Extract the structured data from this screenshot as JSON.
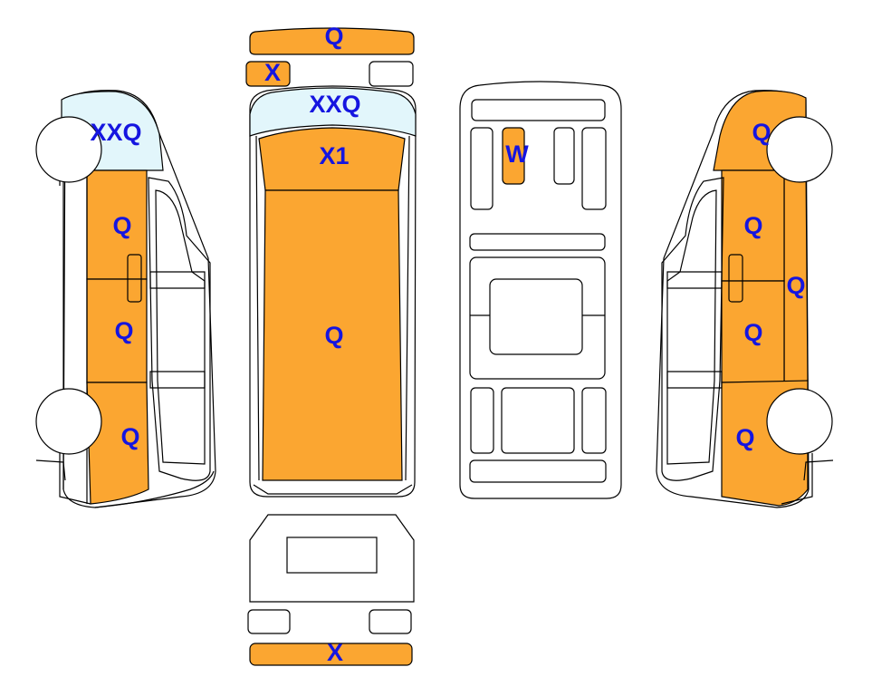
{
  "colors": {
    "damage": "#FBA631",
    "glass": "#E2F6FB",
    "label": "#1515E0",
    "outline": "#000000",
    "background": "#FFFFFF"
  },
  "views": {
    "left_side": {
      "windshield_code": "XXQ",
      "front_panel_code": "Q",
      "middle_panel_code": "Q",
      "rear_panel_code": "Q"
    },
    "top": {
      "front_bumper_code": "Q",
      "left_headlight_code": "X",
      "windshield_code": "XXQ",
      "hood_code": "X1",
      "roof_code": "Q"
    },
    "interior": {
      "seat_code": "W"
    },
    "right_side": {
      "front_panel_code": "Q",
      "door_code": "Q",
      "body_side_code": "Q",
      "middle_panel_code": "Q",
      "rear_panel_code": "Q"
    },
    "rear": {
      "rear_bumper_code": "X"
    }
  }
}
